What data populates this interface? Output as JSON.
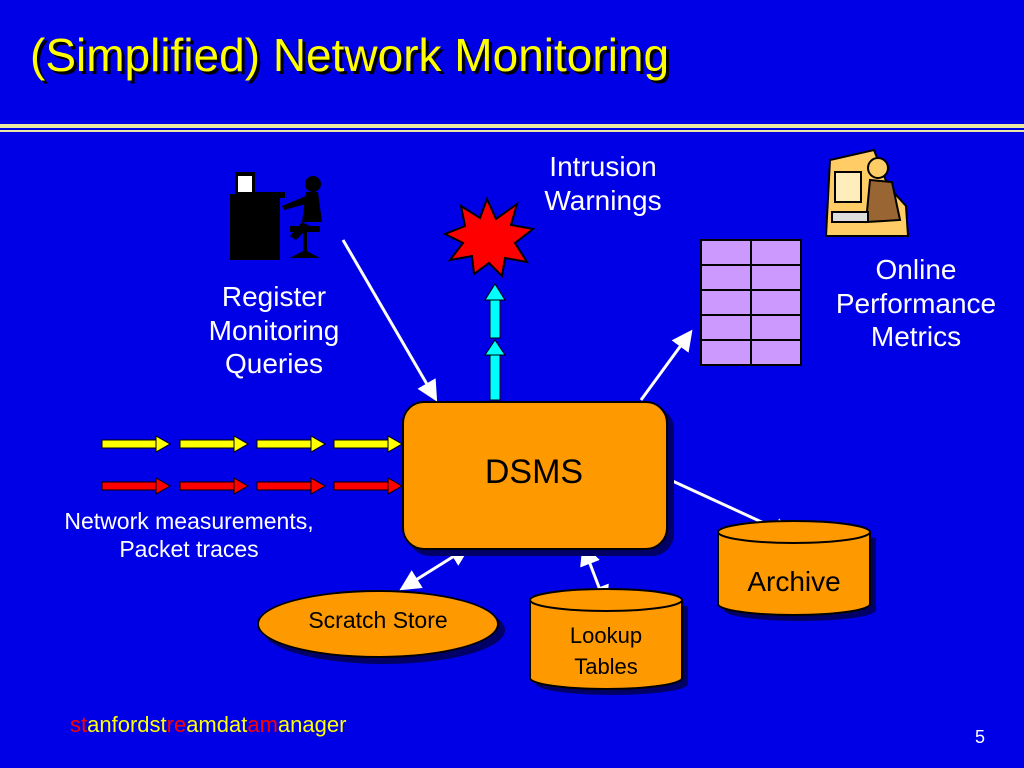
{
  "slide": {
    "title": "(Simplified) Network Monitoring",
    "page_number": "5"
  },
  "labels": {
    "intrusion": [
      "Intrusion",
      "Warnings"
    ],
    "register": [
      "Register",
      "Monitoring",
      "Queries"
    ],
    "online": [
      "Online",
      "Performance",
      "Metrics"
    ],
    "network": [
      "Network measurements,",
      "Packet traces"
    ]
  },
  "nodes": {
    "dsms": "DSMS",
    "scratch_store": "Scratch Store",
    "archive": "Archive",
    "lookup_tables": [
      "Lookup",
      "Tables"
    ]
  },
  "footer": {
    "segments": [
      {
        "text": "st",
        "accent": true
      },
      {
        "text": "anfordst",
        "accent": false
      },
      {
        "text": "re",
        "accent": true
      },
      {
        "text": "amdat",
        "accent": false
      },
      {
        "text": "am",
        "accent": true
      },
      {
        "text": "anager",
        "accent": false
      }
    ]
  },
  "colors": {
    "background": "#0000e6",
    "title": "#ffff00",
    "node_fill": "#ff9900",
    "table_fill": "#cc99ff",
    "warning_star": "#ff0000",
    "stream_yellow": "#ffff00",
    "stream_red": "#ff0000",
    "up_arrow": "#00ffff"
  },
  "icons": [
    "person-at-computer-icon",
    "person-at-terminal-icon",
    "explosion-warning-icon",
    "metrics-table-icon"
  ]
}
